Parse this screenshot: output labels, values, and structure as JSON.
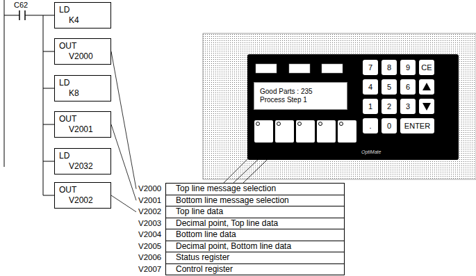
{
  "diagram": {
    "nodes": [
      {
        "text": [
          "LD",
          "K4"
        ]
      },
      {
        "text": [
          "OUT",
          "V2000"
        ]
      },
      {
        "text": [
          "LD",
          "K8"
        ]
      },
      {
        "text": [
          "OUT",
          "V2001"
        ]
      },
      {
        "text": [
          "LD",
          "V2032"
        ]
      },
      {
        "text": [
          "OUT",
          "V2002"
        ]
      },
      {
        "text": [
          "Good Parts : 235",
          "Process Step 1"
        ]
      },
      {
        "text": [
          "7"
        ]
      },
      {
        "text": [
          "8"
        ]
      },
      {
        "text": [
          "9"
        ]
      },
      {
        "text": [
          "CE"
        ]
      },
      {
        "text": [
          "4"
        ]
      },
      {
        "text": [
          "5"
        ]
      },
      {
        "text": [
          "6"
        ]
      },
      {
        "text": [
          "1"
        ]
      },
      {
        "text": [
          "2"
        ]
      },
      {
        "text": [
          "3"
        ]
      },
      {
        "text": [
          "."
        ]
      },
      {
        "text": [
          "0"
        ]
      },
      {
        "text": [
          "ENTER"
        ]
      },
      {
        "text": [
          "V2000",
          "Top line message selection"
        ]
      },
      {
        "text": [
          "V2001",
          "Bottom line message selection"
        ]
      },
      {
        "text": [
          "V2002",
          "Top line data"
        ]
      },
      {
        "text": [
          "V2003",
          "Decimal point, Top line data"
        ]
      },
      {
        "text": [
          "V2004",
          "Bottom line data"
        ]
      },
      {
        "text": [
          "V2005",
          "Decimal point, Bottom line data"
        ]
      },
      {
        "text": [
          "V2006",
          "Status register"
        ]
      },
      {
        "text": [
          "V2007",
          "Control register"
        ]
      }
    ],
    "edges": [
      {
        "from": 1,
        "to": 20,
        "arrow": "none"
      },
      {
        "from": 3,
        "to": 21,
        "arrow": "none"
      },
      {
        "from": 5,
        "to": 22,
        "arrow": "none"
      }
    ],
    "labels": [
      "C62",
      "OptiMate"
    ]
  }
}
